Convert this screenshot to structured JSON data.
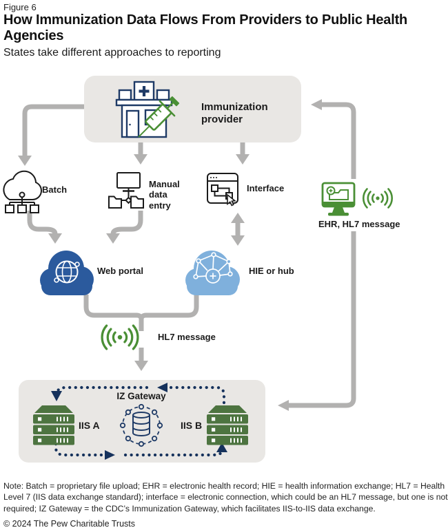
{
  "figure": {
    "label": "Figure 6",
    "title": "How Immunization Data Flows From Providers to Public Health Agencies",
    "subtitle": "States take different approaches to reporting"
  },
  "diagram": {
    "provider": {
      "label": "Immunization provider",
      "icon": "clinic-with-syringe-icon"
    },
    "submission_methods": [
      {
        "label": "Batch",
        "icon": "cloud-network-icon"
      },
      {
        "label": "Manual data entry",
        "icon": "monitor-folders-icon"
      },
      {
        "label": "Interface",
        "icon": "browser-cursor-icon"
      }
    ],
    "direct_path": {
      "label": "EHR, HL7 message",
      "icons": [
        "ehr-monitor-icon",
        "signal-waves-icon"
      ]
    },
    "intermediaries": [
      {
        "label": "Web portal",
        "icon": "globe-cloud-icon",
        "color": "#2b5a9d"
      },
      {
        "label": "HIE or hub",
        "icon": "network-cloud-icon",
        "color": "#7fb0dc"
      }
    ],
    "merged_path": {
      "label": "HL7 message",
      "icon": "signal-waves-icon"
    },
    "iis_box": {
      "title": "IZ Gateway",
      "icon": "gateway-database-icon",
      "nodes": [
        {
          "label": "IIS A",
          "icon": "server-stack-icon"
        },
        {
          "label": "IIS B",
          "icon": "server-stack-icon"
        }
      ]
    }
  },
  "colors": {
    "box_gray": "#e9e7e4",
    "arrow_gray": "#b2b1b0",
    "navy": "#1e3a66",
    "dotted_navy": "#16325c",
    "green": "#4a8f35",
    "server_green": "#4d7440",
    "web_portal_blue": "#2b5a9d",
    "hie_blue": "#7fb0dc"
  },
  "footer": {
    "note": "Note: Batch = proprietary file upload; EHR = electronic health record; HIE = health information exchange; HL7 = Health Level 7 (IIS data exchange standard); interface = electronic connection, which could be an HL7 message, but one is not required; IZ Gateway = the CDC’s Immunization Gateway, which facilitates IIS-to-IIS data exchange.",
    "copyright": "© 2024 The Pew Charitable Trusts"
  }
}
